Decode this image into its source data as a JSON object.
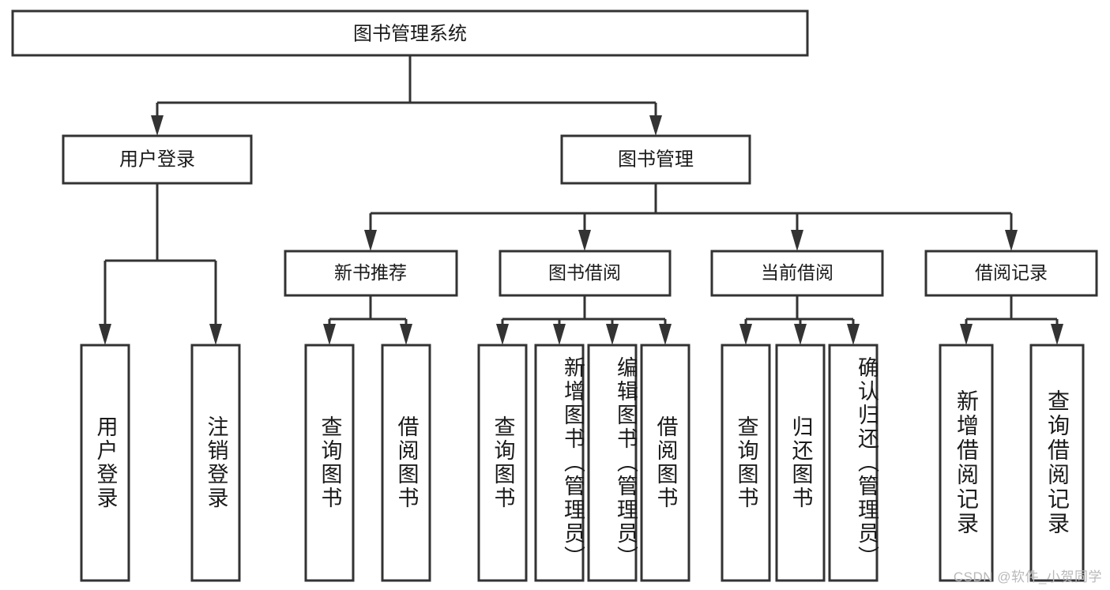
{
  "diagram": {
    "title": "图书管理系统",
    "watermark": "CSDN @软件_小贺同学",
    "levels": {
      "root": {
        "label": "图书管理系统"
      },
      "level1": [
        {
          "label": "用户登录"
        },
        {
          "label": "图书管理"
        }
      ],
      "level2": [
        {
          "label": "新书推荐"
        },
        {
          "label": "图书借阅"
        },
        {
          "label": "当前借阅"
        },
        {
          "label": "借阅记录"
        }
      ],
      "leaves": {
        "user_login": [
          {
            "label": "用户登录"
          },
          {
            "label": "注销登录"
          }
        ],
        "new_book_recommend": [
          {
            "label": "查询图书"
          },
          {
            "label": "借阅图书"
          }
        ],
        "book_borrow": [
          {
            "label": "查询图书"
          },
          {
            "label": "新增图书（管理员）"
          },
          {
            "label": "编辑图书（管理员）"
          },
          {
            "label": "借阅图书"
          }
        ],
        "current_borrow": [
          {
            "label": "查询图书"
          },
          {
            "label": "归还图书"
          },
          {
            "label": "确认归还（管理员）"
          }
        ],
        "borrow_record": [
          {
            "label": "新增借阅记录"
          },
          {
            "label": "查询借阅记录"
          }
        ]
      }
    },
    "colors": {
      "stroke": "#333333",
      "box_fill": "#ffffff",
      "text": "#1a1a1a",
      "watermark": "#b9b9b9",
      "background": "#ffffff"
    }
  }
}
